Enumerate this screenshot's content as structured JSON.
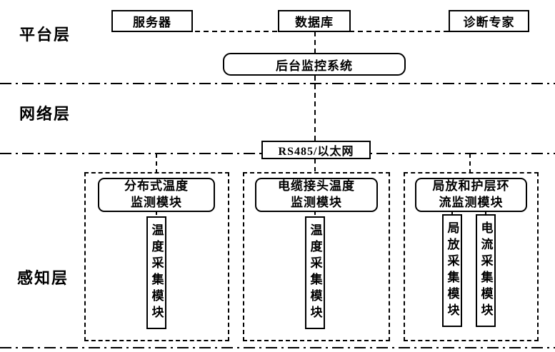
{
  "platform_layer": {
    "label": "平台层",
    "nodes": [
      {
        "label": "服务器"
      },
      {
        "label": "数据库"
      },
      {
        "label": "诊断专家"
      }
    ],
    "monitor_system": "后台监控系统"
  },
  "network_layer": {
    "label": "网络层",
    "bus": "RS485/以太网"
  },
  "perception_layer": {
    "label": "感知层",
    "modules": [
      {
        "title": "分布式温度\n监测模块",
        "collectors": [
          {
            "label": "温度采集模块"
          }
        ]
      },
      {
        "title": "电缆接头温度\n监测模块",
        "collectors": [
          {
            "label": "温度采集模块"
          }
        ]
      },
      {
        "title": "局放和护层环\n流监测模块",
        "collectors": [
          {
            "label": "局放采集模块"
          },
          {
            "label": "电流采集模块"
          }
        ]
      }
    ]
  }
}
